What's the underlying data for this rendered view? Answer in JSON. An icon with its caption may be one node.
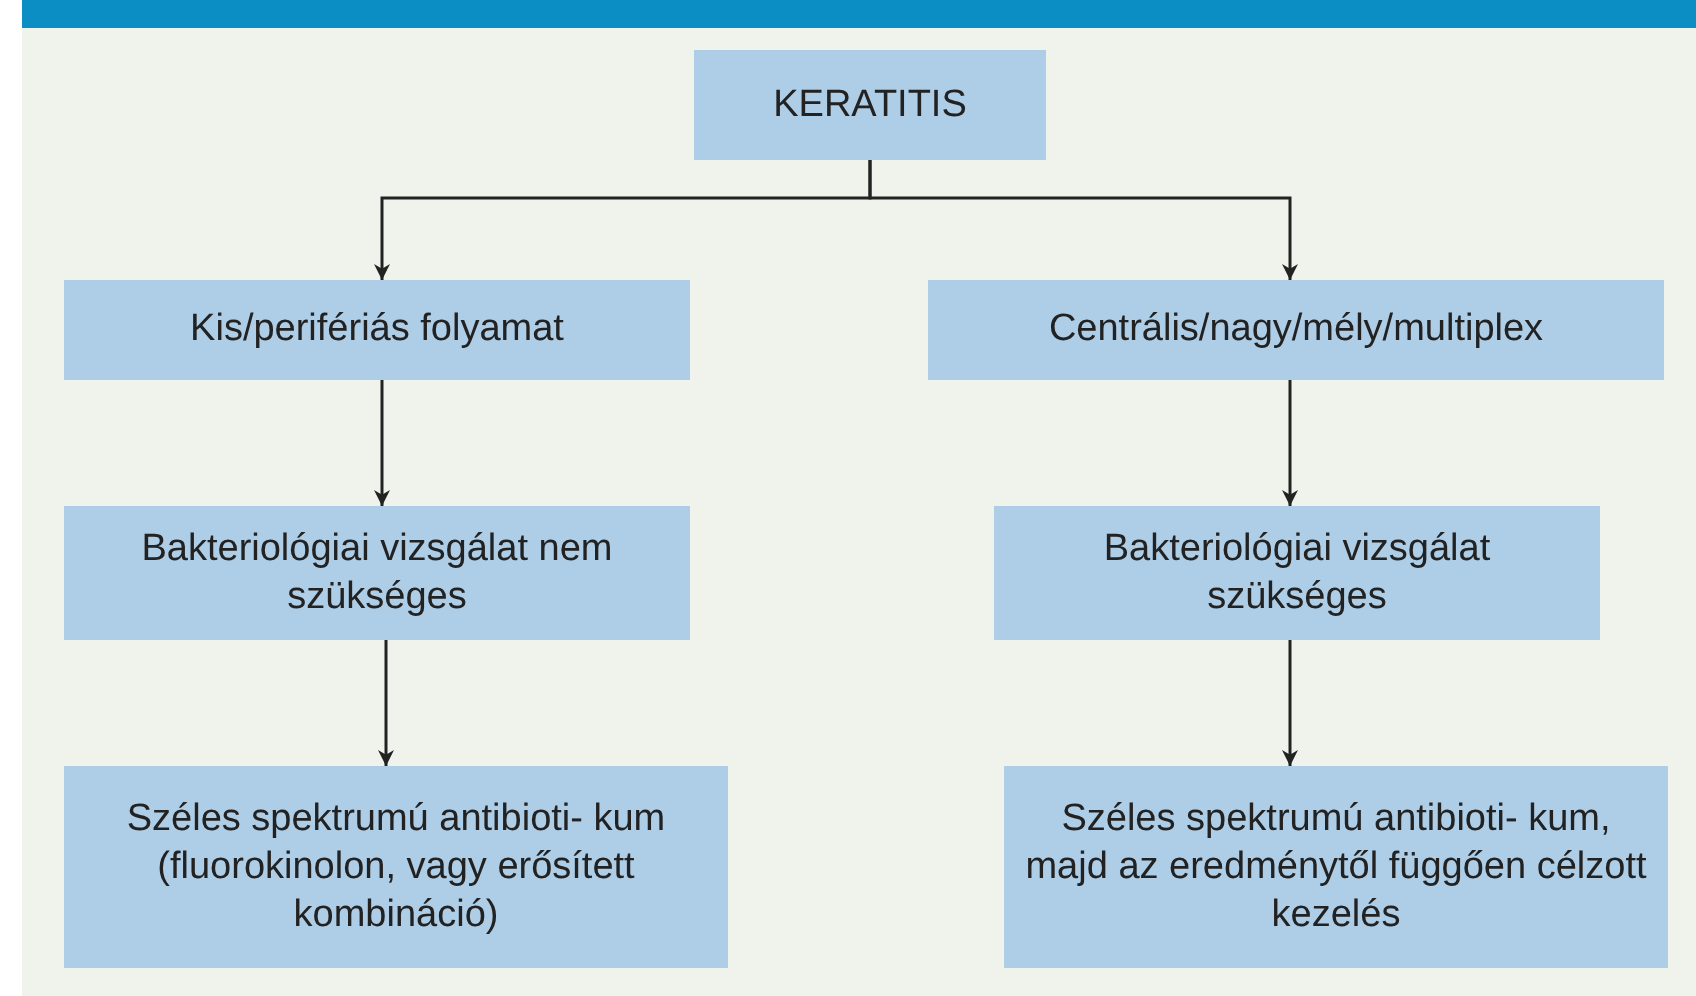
{
  "diagram": {
    "nodes": [
      {
        "text": [
          "KERATITIS"
        ]
      },
      {
        "text": [
          "Kis/perifériás folyamat"
        ]
      },
      {
        "text": [
          "Centrális/nagy/mély/multiplex"
        ]
      },
      {
        "text": [
          "Bakteriológiai vizsgálat nem szükséges"
        ]
      },
      {
        "text": [
          "Bakteriológiai vizsgálat szükséges"
        ]
      },
      {
        "text": [
          "Széles spektrumú antibioti- kum (fluorokinolon, vagy erősített kombináció)"
        ]
      },
      {
        "text": [
          "Széles spektrumú antibioti- kum, majd az eredménytől függően célzott kezelés"
        ]
      }
    ],
    "edges": [
      {
        "from": 0,
        "to": 1,
        "arrow": "to"
      },
      {
        "from": 0,
        "to": 2,
        "arrow": "to"
      },
      {
        "from": 1,
        "to": 3,
        "arrow": "to"
      },
      {
        "from": 3,
        "to": 5,
        "arrow": "to"
      },
      {
        "from": 2,
        "to": 4,
        "arrow": "to"
      },
      {
        "from": 4,
        "to": 6,
        "arrow": "to"
      }
    ]
  }
}
